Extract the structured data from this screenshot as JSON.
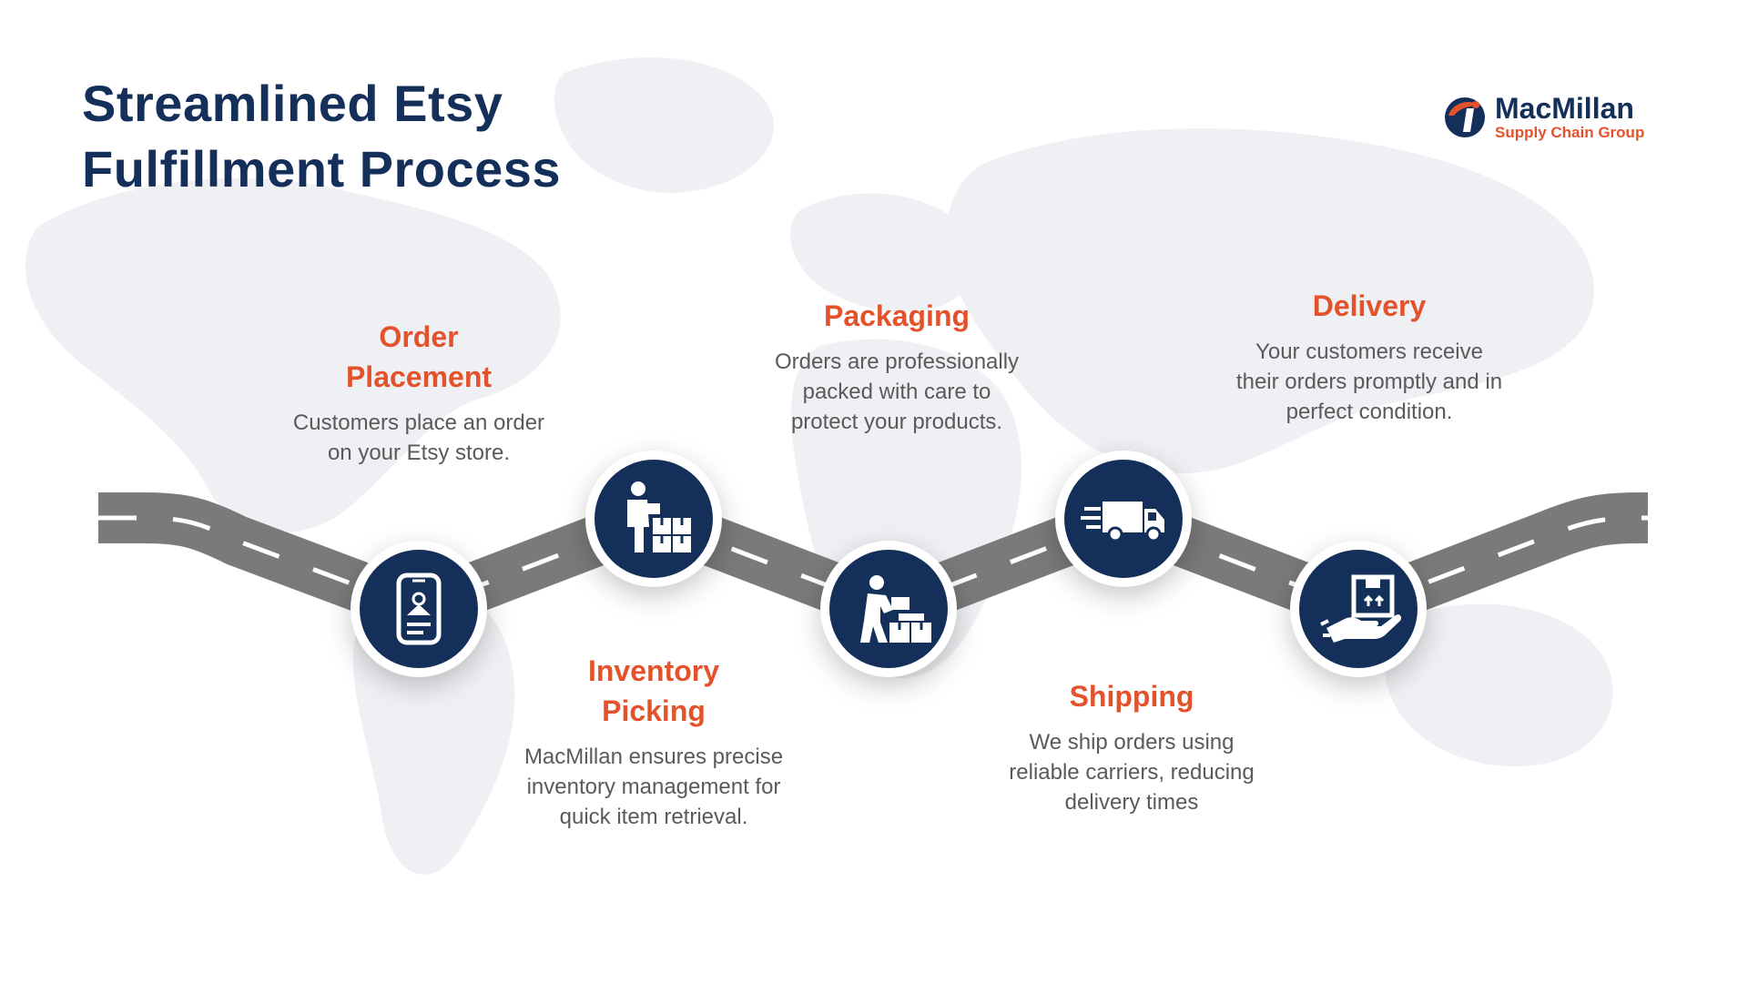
{
  "title": {
    "line1": "Streamlined Etsy",
    "line2": "Fulfillment Process"
  },
  "logo": {
    "name": "MacMillan",
    "tagline": "Supply Chain Group",
    "colors": {
      "navy": "#14305a",
      "orange": "#e4522b"
    }
  },
  "colors": {
    "accent": "#e4522b",
    "navy": "#14305a",
    "road": "#7a7a7a",
    "body_text": "#5a5a5a"
  },
  "steps": [
    {
      "title_lines": [
        "Order",
        "Placement"
      ],
      "description_lines": [
        "Customers place an order",
        "on your Etsy store."
      ],
      "icon": "smartphone-order-icon"
    },
    {
      "title_lines": [
        "Inventory",
        "Picking"
      ],
      "description_lines": [
        "MacMillan ensures precise",
        "inventory management for",
        "quick item retrieval."
      ],
      "icon": "worker-checking-boxes-icon"
    },
    {
      "title_lines": [
        "Packaging"
      ],
      "description_lines": [
        "Orders are professionally",
        "packed with care to",
        "protect your products."
      ],
      "icon": "worker-packing-box-icon"
    },
    {
      "title_lines": [
        "Shipping"
      ],
      "description_lines": [
        "We ship orders using",
        "reliable carriers, reducing",
        "delivery times"
      ],
      "icon": "delivery-truck-icon"
    },
    {
      "title_lines": [
        "Delivery"
      ],
      "description_lines": [
        "Your customers receive",
        "their orders promptly and in",
        "perfect condition."
      ],
      "icon": "hand-receiving-package-icon"
    }
  ]
}
